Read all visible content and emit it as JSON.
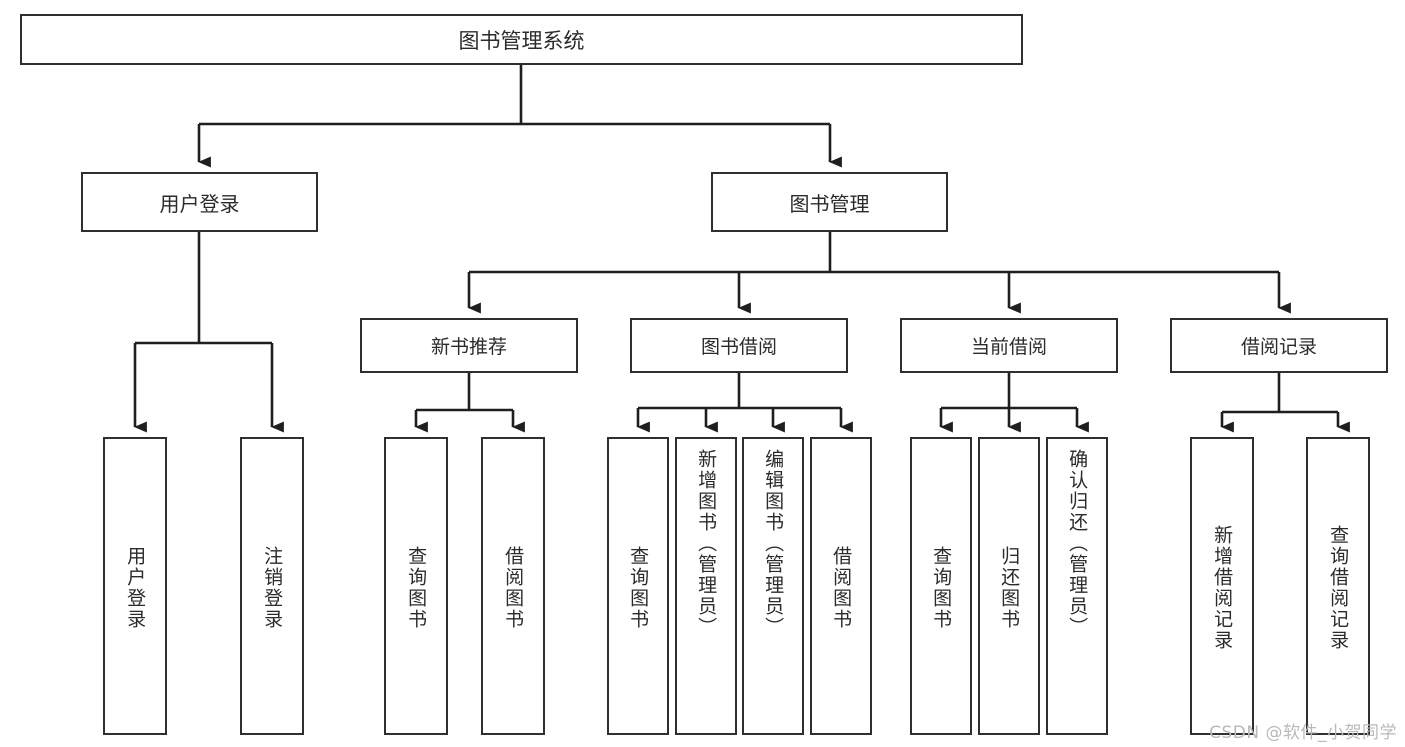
{
  "diagram": {
    "type": "tree",
    "title": "图书管理系统",
    "watermark": "CSDN @软件_小贺同学",
    "colors": {
      "box_border": "#2f2f2f",
      "box_fill": "#ffffff",
      "edge": "#1f1f1f",
      "text": "#2b2b2b",
      "watermark": "#b9b9b9"
    },
    "levels": {
      "root": {
        "label": "图书管理系统"
      },
      "level2": [
        {
          "label": "用户登录"
        },
        {
          "label": "图书管理"
        }
      ],
      "level3": [
        {
          "label": "新书推荐"
        },
        {
          "label": "图书借阅"
        },
        {
          "label": "当前借阅"
        },
        {
          "label": "借阅记录"
        }
      ],
      "level4": [
        {
          "label": "用户登录",
          "parent": "用户登录"
        },
        {
          "label": "注销登录",
          "parent": "用户登录"
        },
        {
          "label": "查询图书",
          "parent": "新书推荐"
        },
        {
          "label": "借阅图书",
          "parent": "新书推荐"
        },
        {
          "label": "查询图书",
          "parent": "图书借阅"
        },
        {
          "label": "新增图书（管理员）",
          "parent": "图书借阅"
        },
        {
          "label": "编辑图书（管理员）",
          "parent": "图书借阅"
        },
        {
          "label": "借阅图书",
          "parent": "图书借阅"
        },
        {
          "label": "查询图书",
          "parent": "当前借阅"
        },
        {
          "label": "归还图书",
          "parent": "当前借阅"
        },
        {
          "label": "确认归还（管理员）",
          "parent": "当前借阅"
        },
        {
          "label": "新增借阅记录",
          "parent": "借阅记录"
        },
        {
          "label": "查询借阅记录",
          "parent": "借阅记录"
        }
      ]
    }
  }
}
